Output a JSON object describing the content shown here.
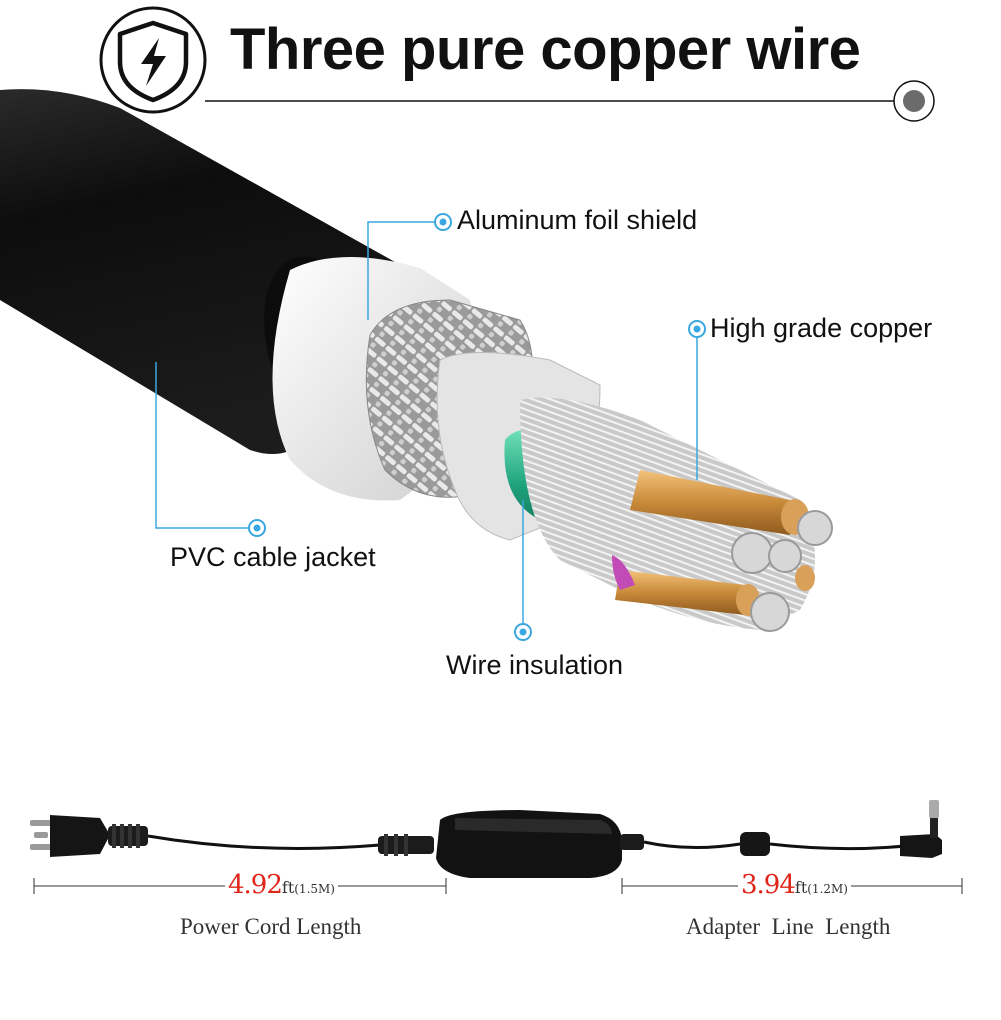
{
  "title": "Three pure copper wire",
  "header_icon": "shield-lightning-icon",
  "labels": {
    "aluminum": "Aluminum foil shield",
    "copper": "High grade copper",
    "jacket": "PVC cable jacket",
    "insulation": "Wire insulation"
  },
  "measurements": {
    "power_cord": {
      "value": "4.92",
      "unit": "ft",
      "metric": "(1.5M)",
      "caption": "Power Cord Length"
    },
    "adapter_line": {
      "value": "3.94",
      "unit": "ft",
      "metric": "(1.2M)",
      "caption": "Adapter  Line  Length"
    }
  },
  "colors": {
    "accent_blue": "#3aa8e0",
    "measure_red": "#e0261b",
    "copper": "#c98a3a",
    "insulation_green": "#1fa37c",
    "jacket_black": "#141414"
  }
}
